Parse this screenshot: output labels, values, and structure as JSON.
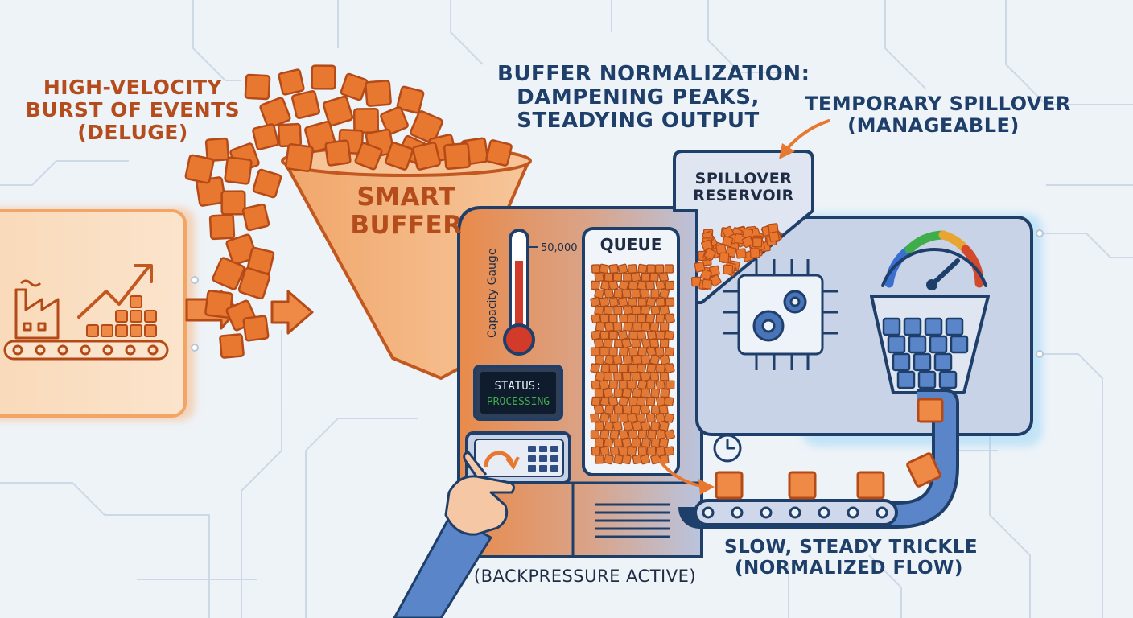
{
  "labels": {
    "deluge": [
      "HIGH-VELOCITY",
      "BURST OF EVENTS",
      "(DELUGE)"
    ],
    "title": [
      "BUFFER NORMALIZATION:",
      "DAMPENING PEAKS,",
      "STEADYING OUTPUT"
    ],
    "spillover": [
      "TEMPORARY SPILLOVER",
      "(MANAGEABLE)"
    ],
    "funnel": [
      "SMART",
      "BUFFER"
    ],
    "reservoir": [
      "SPILLOVER",
      "RESERVOIR"
    ],
    "gauge_label": "Capacity Gauge",
    "gauge_max": "50,000",
    "queue": "QUEUE",
    "status_label": "STATUS:",
    "status_value": "PROCESSING",
    "backpressure": "(BACKPRESSURE ACTIVE)",
    "trickle": [
      "SLOW, STEADY TRICKLE",
      "(NORMALIZED FLOW)"
    ]
  },
  "colors": {
    "orange": "#e8772f",
    "cube_dark": "#b44a17",
    "navy": "#1f3f6b",
    "blue_panel": "#c9d3e8",
    "status_green": "#3fae4a"
  },
  "icons": [
    "factory-icon",
    "trend-arrow-icon",
    "thermometer-icon",
    "gears-chip-icon",
    "speedometer-icon",
    "clock-icon",
    "keypad-icon",
    "hand-icon"
  ]
}
